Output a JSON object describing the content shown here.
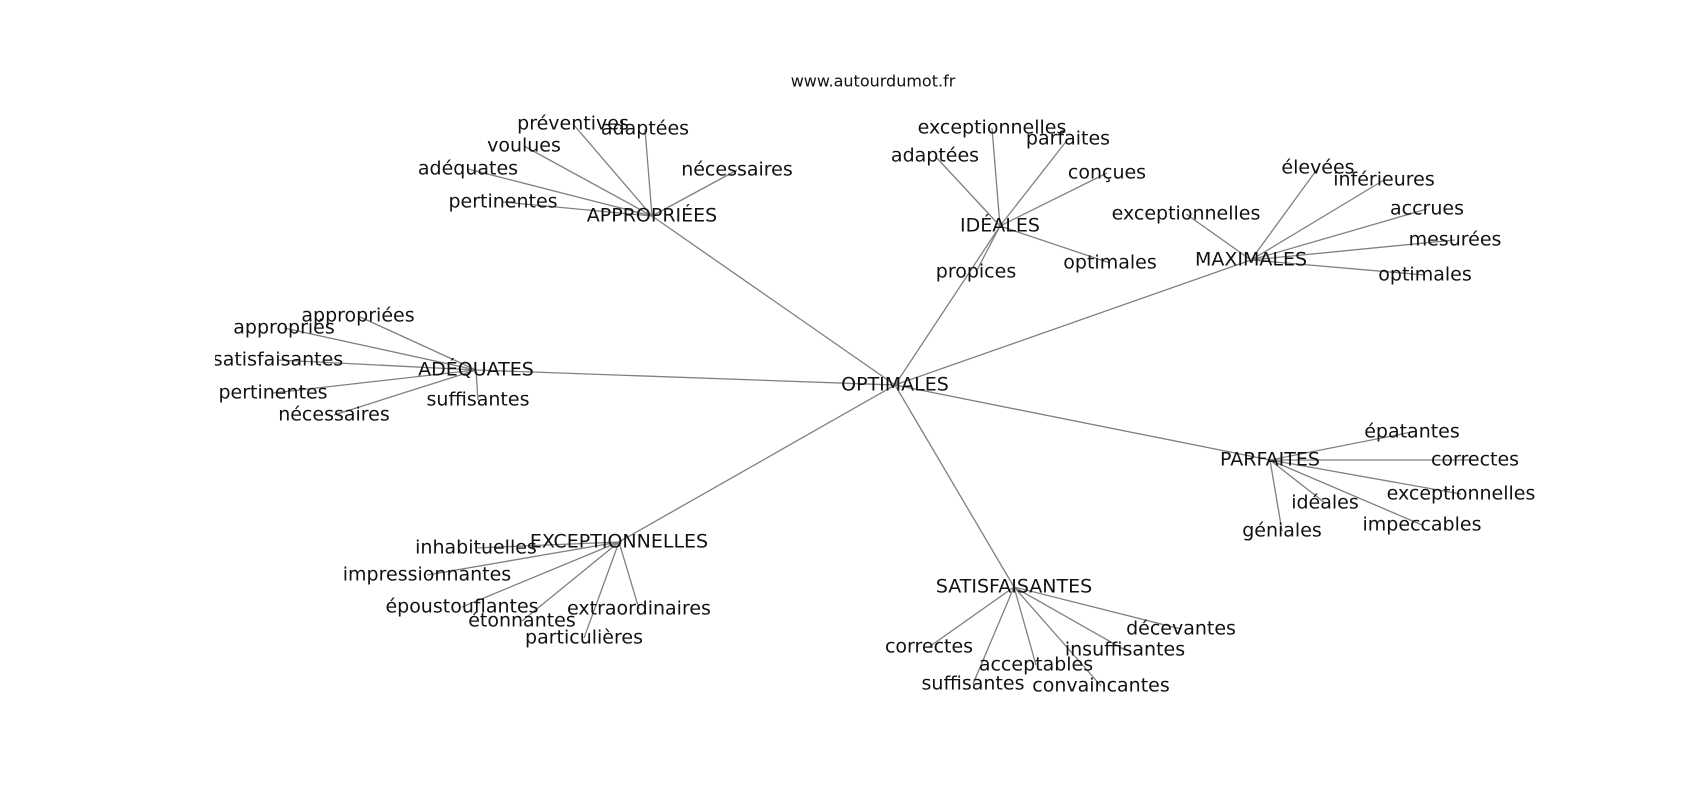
{
  "site_label": "www.autourdumot.fr",
  "center": "OPTIMALES",
  "clusters": [
    {
      "hub": "APPROPRIÉES",
      "words": [
        "préventives",
        "adaptées",
        "voulues",
        "adéquates",
        "nécessaires",
        "pertinentes"
      ]
    },
    {
      "hub": "IDÉALES",
      "words": [
        "exceptionnelles",
        "adaptées",
        "parfaites",
        "conçues",
        "propices",
        "optimales"
      ]
    },
    {
      "hub": "MAXIMALES",
      "words": [
        "élevées",
        "inférieures",
        "exceptionnelles",
        "accrues",
        "mesurées",
        "optimales"
      ]
    },
    {
      "hub": "ADÉQUATES",
      "words": [
        "appropriées",
        "appropriés",
        "satisfaisantes",
        "pertinentes",
        "nécessaires",
        "suffisantes"
      ]
    },
    {
      "hub": "PARFAITES",
      "words": [
        "épatantes",
        "correctes",
        "exceptionnelles",
        "idéales",
        "impeccables",
        "géniales"
      ]
    },
    {
      "hub": "EXCEPTIONNELLES",
      "words": [
        "inhabituelles",
        "impressionnantes",
        "époustouflantes",
        "étonnantes",
        "extraordinaires",
        "particulières"
      ]
    },
    {
      "hub": "SATISFAISANTES",
      "words": [
        "décevantes",
        "correctes",
        "insuffisantes",
        "acceptables",
        "suffisantes",
        "convaincantes"
      ]
    }
  ]
}
